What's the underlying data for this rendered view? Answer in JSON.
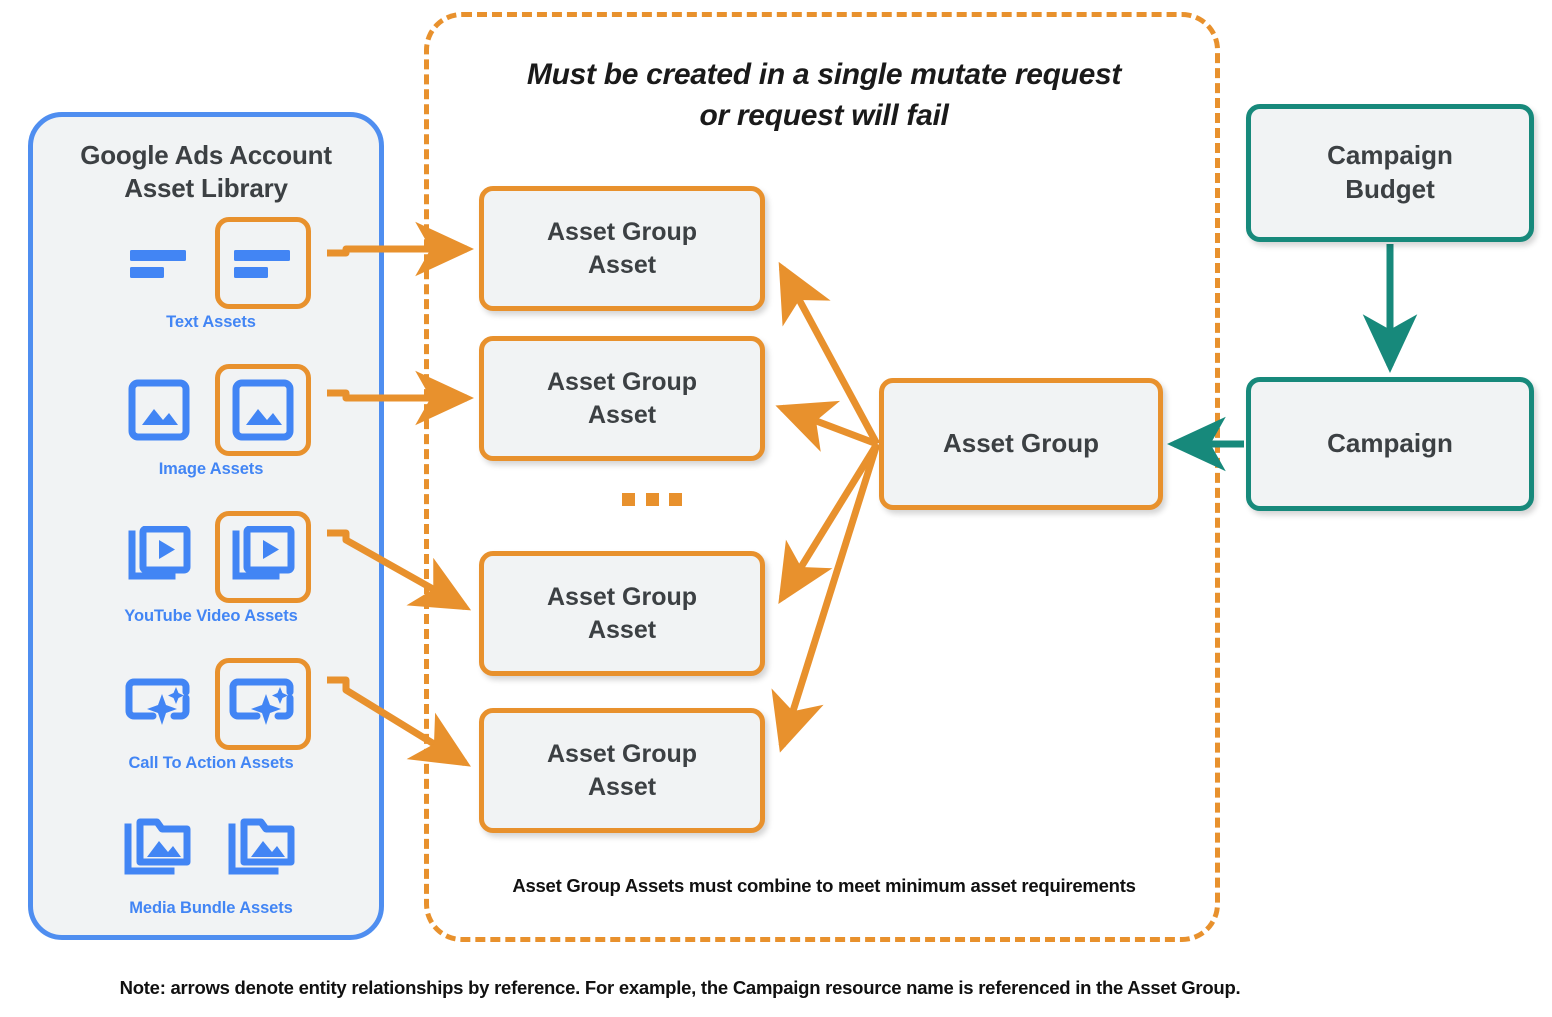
{
  "library": {
    "title_line1": "Google Ads Account",
    "title_line2": "Asset Library",
    "assets": [
      {
        "caption": "Text Assets",
        "icon": "text-asset-icon",
        "highlighted": true
      },
      {
        "caption": "Image Assets",
        "icon": "image-asset-icon",
        "highlighted": true
      },
      {
        "caption": "YouTube Video  Assets",
        "icon": "youtube-video-asset-icon",
        "highlighted": true
      },
      {
        "caption": "Call To Action Assets",
        "icon": "call-to-action-asset-icon",
        "highlighted": true
      },
      {
        "caption": "Media Bundle  Assets",
        "icon": "media-bundle-asset-icon",
        "highlighted": false
      }
    ]
  },
  "mutate_panel": {
    "heading_line1": "Must be created in a single mutate request",
    "heading_line2": "or request will fail",
    "footnote": "Asset Group Assets must combine to meet minimum asset requirements",
    "ellipsis": "..."
  },
  "nodes": {
    "asset_group_assets": [
      {
        "line1": "Asset Group",
        "line2": "Asset"
      },
      {
        "line1": "Asset Group",
        "line2": "Asset"
      },
      {
        "line1": "Asset Group",
        "line2": "Asset"
      },
      {
        "line1": "Asset Group",
        "line2": "Asset"
      }
    ],
    "asset_group": {
      "label": "Asset Group"
    },
    "campaign_budget": {
      "line1": "Campaign",
      "line2": "Budget"
    },
    "campaign": {
      "label": "Campaign"
    }
  },
  "note": "Note: arrows denote entity relationships by reference. For example, the Campaign resource name is referenced in the Asset Group.",
  "colors": {
    "orange": "#e8912d",
    "teal": "#17897b",
    "blue": "#4285f4",
    "panel_bg": "#f1f3f4",
    "text_dark": "#3c4043"
  }
}
